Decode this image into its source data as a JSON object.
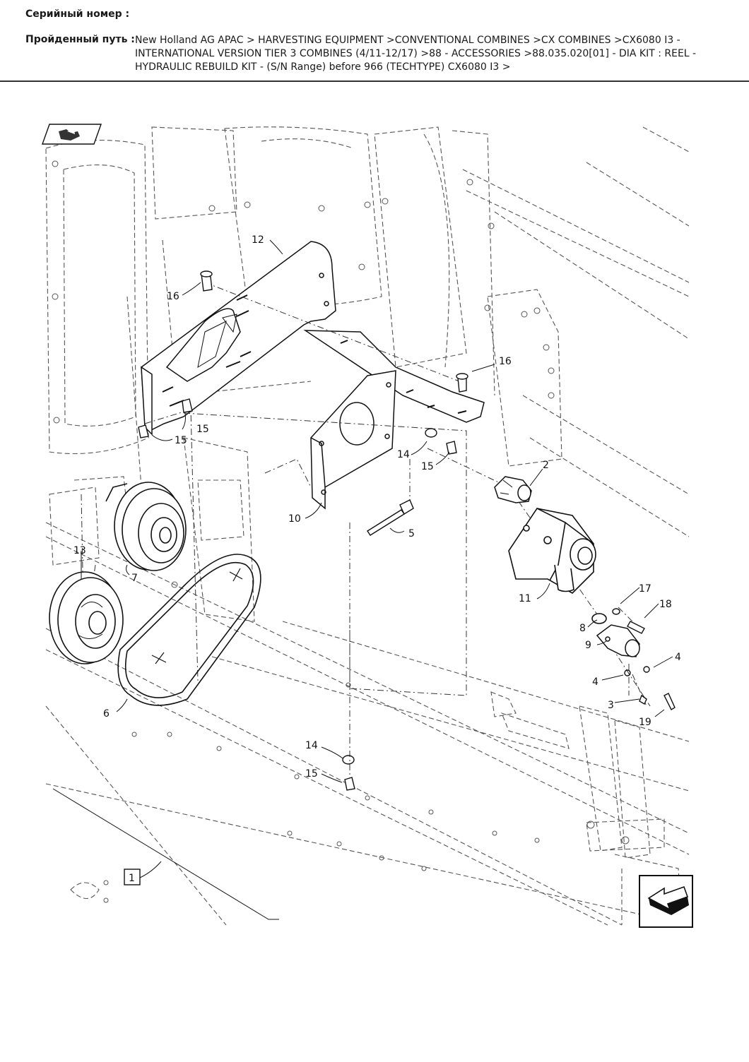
{
  "header": {
    "serial_label": "Серийный номер :",
    "path_label": "Пройденный путь :",
    "path_text": "New Holland AG APAC > HARVESTING EQUIPMENT >CONVENTIONAL COMBINES >CX COMBINES >CX6080 I3 - INTERNATIONAL VERSION TIER 3 COMBINES (4/11-12/17) >88 - ACCESSORIES >88.035.020[01] - DIA KIT : REEL - HYDRAULIC REBUILD KIT - (S/N Range) before 966 (TECHTYPE) CX6080 I3 >"
  },
  "callouts": {
    "c1": "1",
    "c2": "2",
    "c3": "3",
    "c4a": "4",
    "c4b": "4",
    "c5": "5",
    "c6": "6",
    "c7": "7",
    "c8": "8",
    "c9": "9",
    "c10": "10",
    "c11": "11",
    "c12": "12",
    "c13": "13",
    "c14a": "14",
    "c14b": "14",
    "c15a": "15",
    "c15b": "15",
    "c15c": "15",
    "c15d": "15",
    "c16a": "16",
    "c16b": "16",
    "c17": "17",
    "c18": "18",
    "c19": "19"
  },
  "icons": {
    "top_left": "parts-view-icon",
    "bottom_right": "exit-arrow-icon"
  }
}
